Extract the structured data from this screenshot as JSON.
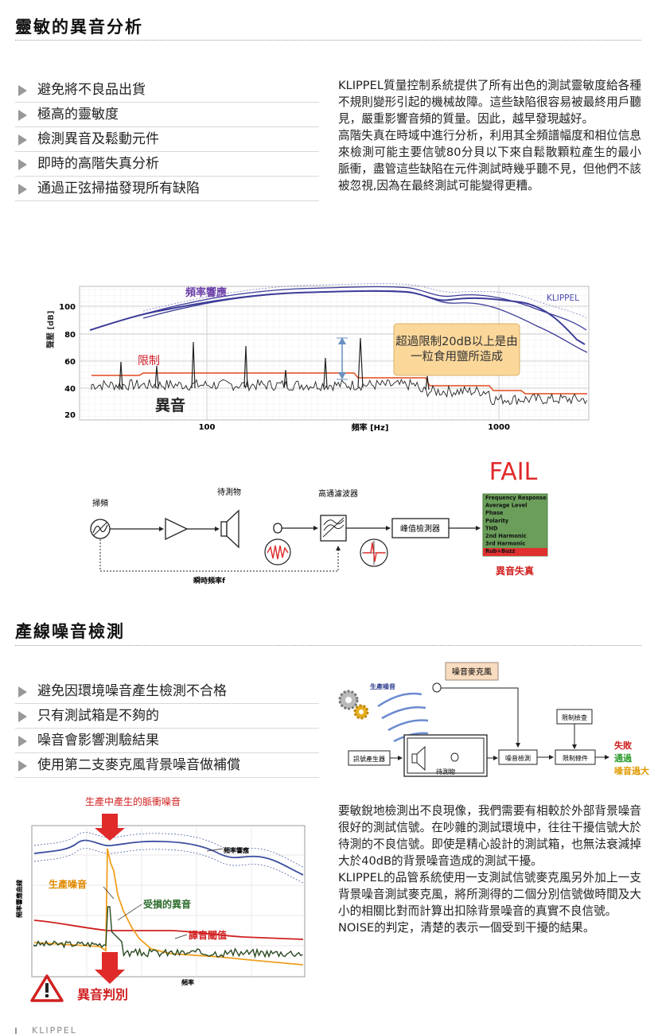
{
  "section1": {
    "title": "靈敏的異音分析",
    "bullets": [
      "避免將不良品出貨",
      "極高的靈敏度",
      "檢測異音及鬆動元件",
      "即時的高階失真分析",
      "通過正弦掃描發現所有缺陷"
    ],
    "paragraphs": [
      "KLIPPEL質量控制系統提供了所有出色的測試靈敏度給各種不規則變形引起的機械故障。這些缺陷很容易被最終用戶聽見，嚴重影響音頻的質量。因此，越早發現越好。",
      "高階失真在時域中進行分析，利用其全頻譜幅度和相位信息來檢測可能主要信號80分貝以下來自鬆散顆粒產生的最小脈衝，盡管這些缺陷在元件測試時幾乎聽不見，但他們不該被忽視,因為在最終測試可能變得更糟。"
    ]
  },
  "chart1": {
    "label_freq_response": "頻率響應",
    "brand": "KLIPPEL",
    "label_limit": "限制",
    "label_rub": "異音",
    "callout": [
      "超過限制20dB以上是由",
      "一粒食用鹽所造成"
    ],
    "ylabel": "聲壓 [dB]",
    "xlabel": "頻率 [Hz]",
    "yticks": [
      "100",
      "80",
      "60",
      "40",
      "20"
    ],
    "xticks": [
      "100",
      "1000"
    ]
  },
  "diagram1": {
    "fail": "FAIL",
    "sweep": "掃頻",
    "dut": "待測物",
    "highpass": "高通濾波器",
    "peak_detector": "峰值檢測器",
    "inst_freq": "瞬時頻率f",
    "rub_dist": "異音失真",
    "result_list": [
      "Frequency Response",
      "Average Level",
      "Phase",
      "Polarity",
      "THD",
      "2nd Harmonic",
      "3rd Harmonic",
      "Rub+Buzz"
    ],
    "colors": {
      "pass_green": "#6a9e5a",
      "fail_red": "#e03030"
    }
  },
  "section2": {
    "title": "產線噪音檢測",
    "bullets": [
      "避免因環境噪音產生檢測不合格",
      "只有測試箱是不夠的",
      "噪音會影響測驗結果",
      "使用第二支麥克風背景噪音做補償"
    ],
    "paragraphs": [
      "要敏銳地檢測出不良現像，我們需要有相較於外部背景噪音很好的測試信號。在吵雜的測試環境中，往往干擾信號大於待測的不良信號。即使是精心設計的測試箱，也無法衰減掉大於40dB的背景噪音造成的測試干擾。",
      "KLIPPEL的品管系統使用一支測試信號麥克風另外加上一支背景噪音測試麥克風，將所測得的二個分別信號做時間及大小的相關比對而計算出扣除背景噪音的真實不良信號。",
      "NOISE的判定，清楚的表示一個受到干擾的結果。"
    ]
  },
  "diagram2": {
    "noise_mic": "噪音麥克風",
    "prod_noise": "生產噪音",
    "limit_check": "限制檢查",
    "signal_gen": "訊號產生器",
    "dut": "待測物",
    "noise_detect": "噪音檢測",
    "limit_cond": "限制條件",
    "fail": "失敗",
    "pass": "通過",
    "noise_over": "噪音過大"
  },
  "chart2": {
    "title": "生產中產生的脈衝噪音",
    "freq_response": "頻率響應",
    "prod_noise": "生產噪音",
    "damaged_rub": "受損的異音",
    "rub_threshold": "譯音閾值",
    "xlabel": "頻率",
    "ylabel": "頻率響應曲線",
    "rub_judge": "異音判別"
  },
  "footer": {
    "brand": "KLIPPEL"
  }
}
